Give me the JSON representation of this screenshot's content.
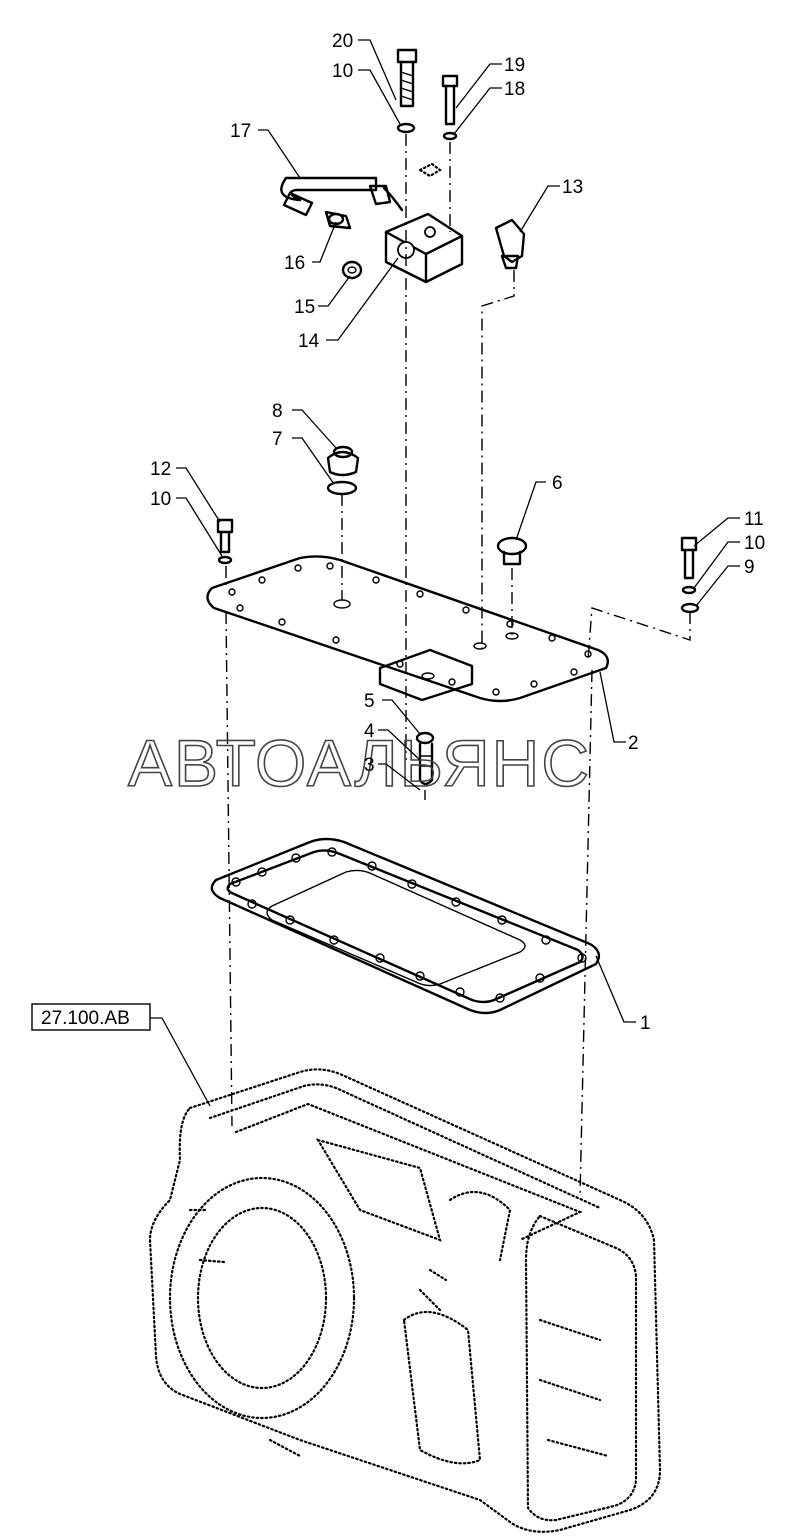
{
  "callouts": {
    "c1": "1",
    "c2": "2",
    "c3": "3",
    "c4": "4",
    "c5": "5",
    "c6": "6",
    "c7": "7",
    "c8": "8",
    "c9": "9",
    "c10a": "10",
    "c10b": "10",
    "c10c": "10",
    "c11": "11",
    "c12": "12",
    "c13": "13",
    "c14": "14",
    "c15": "15",
    "c16": "16",
    "c17": "17",
    "c18": "18",
    "c19": "19",
    "c20": "20"
  },
  "reference_box": "27.100.AB",
  "watermark": "АВТОАЛЬЯНС"
}
